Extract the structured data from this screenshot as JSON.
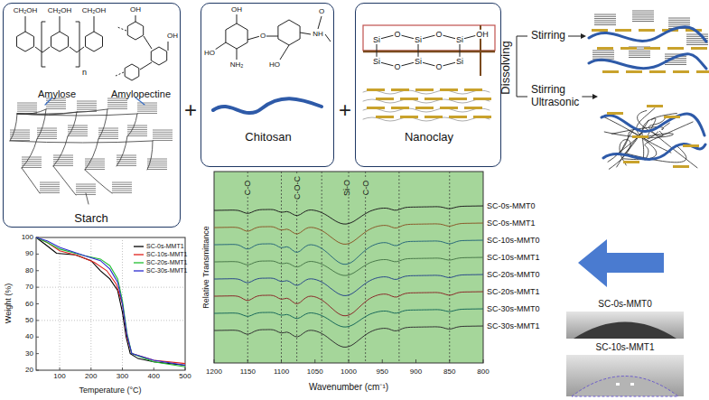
{
  "diagram": {
    "nodes": [
      {
        "text": [
          "Amylose",
          "Amylopectine",
          "Starch"
        ]
      },
      {
        "text": [
          "Chitosan"
        ]
      },
      {
        "text": [
          "Nanoclay"
        ]
      }
    ],
    "labels": [
      "CH₂OH",
      "CH₂OH",
      "CH₂OH",
      "n",
      "OH",
      "OH",
      "OH",
      "HO",
      "NH₂",
      "O",
      "HO",
      "O",
      "NH",
      "Si",
      "O",
      "Si",
      "O",
      "Si",
      "OH",
      "Si",
      "O",
      "Si",
      "O",
      "Si",
      "+",
      "+",
      "Dissolving",
      "Stirring",
      "Stirring",
      "Ultrasonic",
      "Weight (%)",
      "100",
      "90",
      "80",
      "70",
      "60",
      "50",
      "40",
      "30",
      "20",
      "100",
      "200",
      "300",
      "400",
      "500",
      "Temperature (°C)",
      "C-O",
      "C-O-C",
      "Si-O",
      "C-O",
      "Relative Transmittance",
      "1200",
      "1150",
      "1100",
      "1050",
      "1000",
      "950",
      "900",
      "850",
      "800",
      "Wavenumber (cm⁻¹)",
      "SC-0s-MMT0",
      "SC-0s-MMT1",
      "SC-10s-MMT0",
      "SC-10s-MMT1",
      "SC-20s-MMT0",
      "SC-20s-MMT1",
      "SC-30s-MMT0",
      "SC-30s-MMT1",
      "SC-0s-MMT0",
      "SC-10s-MMT1"
    ],
    "legend": [
      {
        "text": "SC-0s-MMT1"
      },
      {
        "text": "SC-10s-MMT1"
      },
      {
        "text": "SC-20s-MMT1"
      },
      {
        "text": "SC-30s-MMT1"
      }
    ]
  }
}
